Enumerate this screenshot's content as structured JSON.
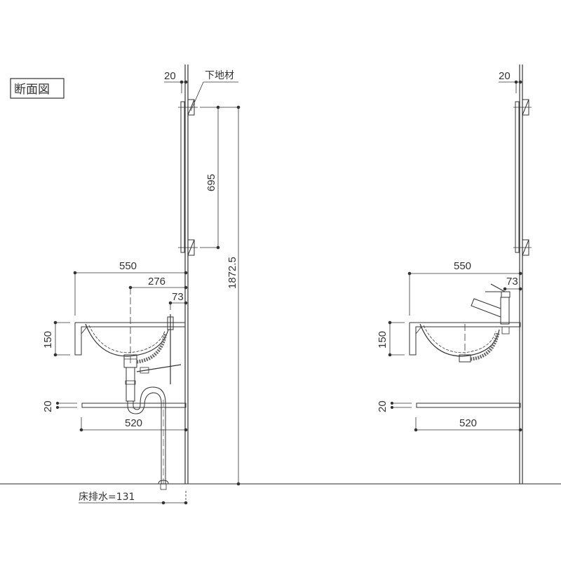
{
  "title": "断面図",
  "colors": {
    "line": "#333333",
    "wall": "#555555",
    "light": "#999999",
    "bg": "#ffffff"
  },
  "left_view": {
    "wall_thickness_label": "20",
    "base_material_label": "下地材",
    "bracket_spacing_label": "695",
    "total_height_label": "1872.5",
    "counter_depth_label": "550",
    "bowl_center_label": "276",
    "faucet_offset_label": "73",
    "counter_height_label": "150",
    "shelf_thickness_label": "20",
    "shelf_depth_label": "520",
    "floor_drain_label": "床排水=131"
  },
  "right_view": {
    "wall_thickness_label": "20",
    "counter_depth_label": "550",
    "faucet_offset_label": "73",
    "counter_height_label": "150",
    "shelf_thickness_label": "20",
    "shelf_depth_label": "520"
  }
}
